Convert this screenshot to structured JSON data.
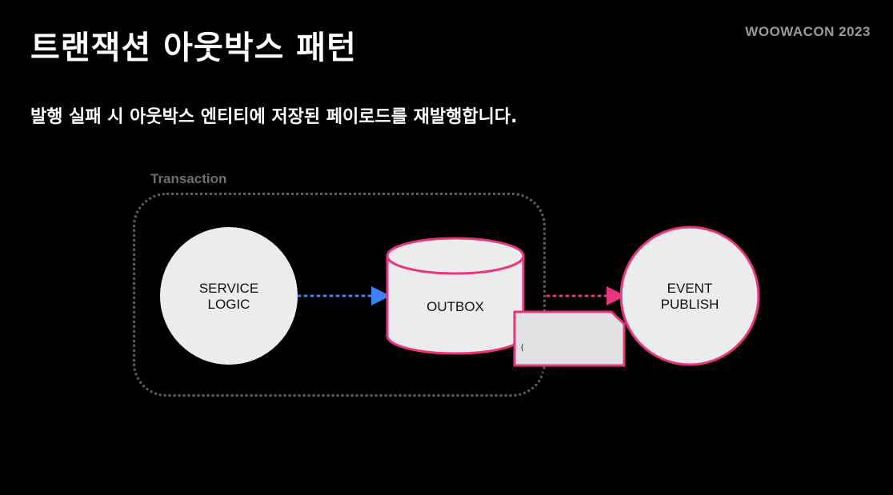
{
  "slide": {
    "title": "트랜잭션 아웃박스 패턴",
    "brand": "WOOWACON 2023",
    "subtitle": "발행 실패 시 아웃박스 엔티티에 저장된 페이로드를 재발행합니다."
  },
  "diagram": {
    "transaction_label": "Transaction",
    "service_logic": {
      "line1": "SERVICE",
      "line2": "LOGIC"
    },
    "outbox": {
      "label": "OUTBOX"
    },
    "event_publish": {
      "line1": "EVENT",
      "line2": "PUBLISH"
    },
    "payload_doc": {
      "open": "{",
      "field": "eventPayload",
      "close": "}"
    },
    "colors": {
      "accent_pink": "#e8357f",
      "arrow_blue": "#3b82f6",
      "node_fill": "#ececec",
      "dotted_border": "#5e5e5e"
    }
  }
}
